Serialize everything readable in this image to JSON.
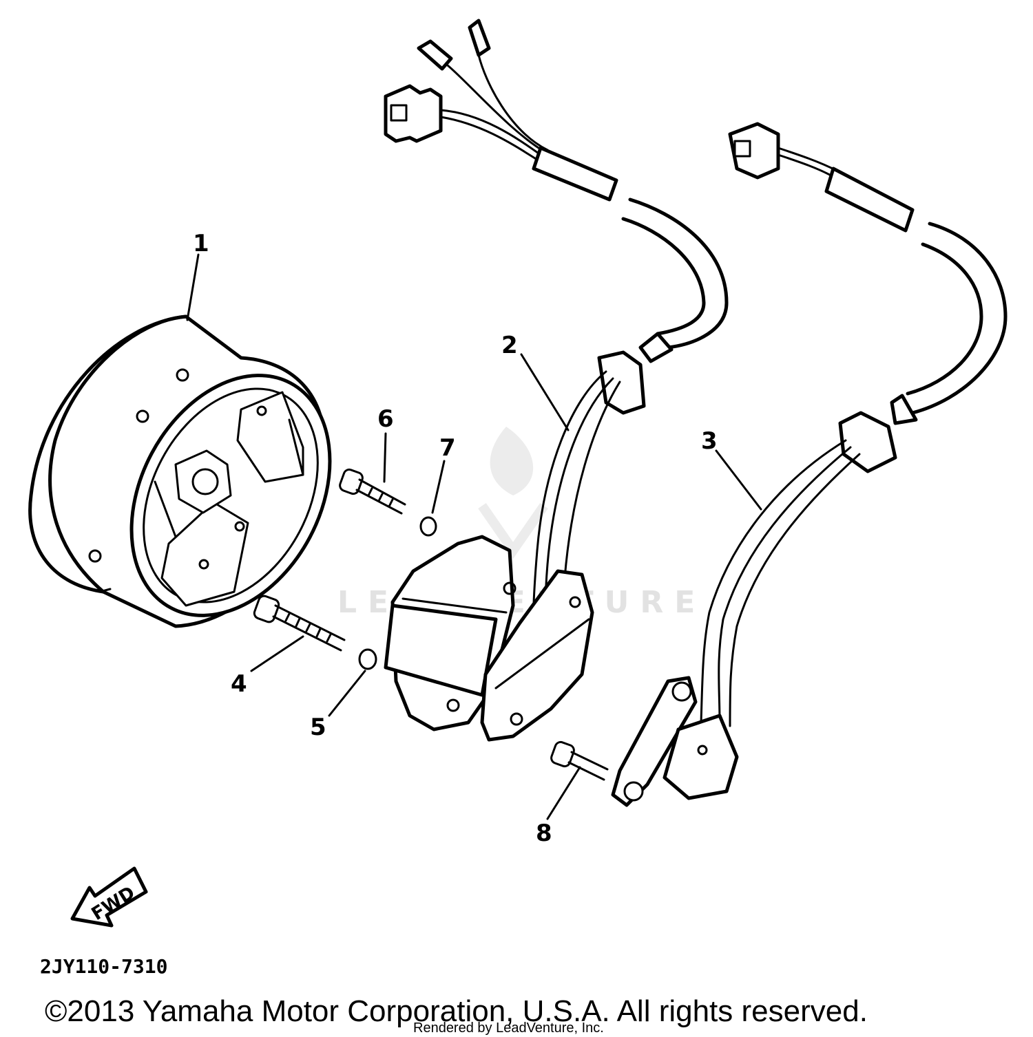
{
  "diagram": {
    "callouts": [
      {
        "id": "1",
        "label": "1"
      },
      {
        "id": "2",
        "label": "2"
      },
      {
        "id": "3",
        "label": "3"
      },
      {
        "id": "4",
        "label": "4"
      },
      {
        "id": "5",
        "label": "5"
      },
      {
        "id": "6",
        "label": "6"
      },
      {
        "id": "7",
        "label": "7"
      },
      {
        "id": "8",
        "label": "8"
      }
    ],
    "direction_arrow": "FWD",
    "diagram_code": "2JY110-7310",
    "copyright": "©2013 Yamaha Motor Corporation, U.S.A. All rights reserved.",
    "render_credit": "Rendered by LeadVenture, Inc.",
    "watermark": "LEADVENTURE"
  }
}
